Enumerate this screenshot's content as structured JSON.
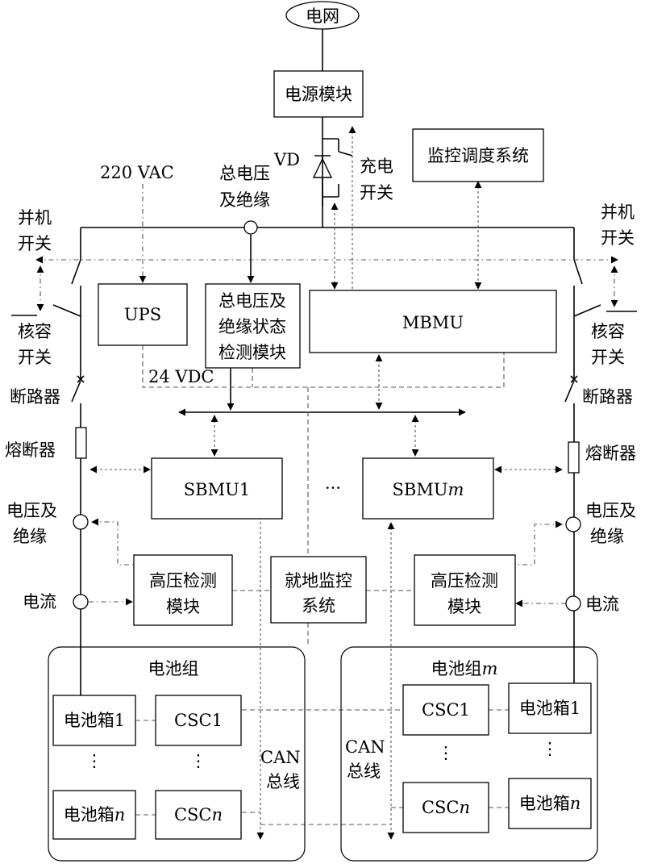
{
  "nodes": {
    "grid": "电网",
    "power_module": "电源模块",
    "monitor_dispatch": "监控调度系统",
    "vd": "VD",
    "charge_switch": [
      "充电",
      "开关"
    ],
    "vac": "220 VAC",
    "total_voltage_insulation": [
      "总电压",
      "及绝缘"
    ],
    "parallel_switch_left": [
      "并机",
      "开关"
    ],
    "parallel_switch_right": [
      "并机",
      "开关"
    ],
    "ups": "UPS",
    "detect_module": [
      "总电压及",
      "绝缘状态",
      "检测模块"
    ],
    "mbmu": "MBMU",
    "capacity_switch_left": [
      "核容",
      "开关"
    ],
    "capacity_switch_right": [
      "核容",
      "开关"
    ],
    "vdc": "24 VDC",
    "breaker_left": "断路器",
    "breaker_right": "断路器",
    "fuse_left": "熔断器",
    "fuse_right": "熔断器",
    "sbmu1": "SBMU1",
    "ellipsis": "···",
    "sbmum": {
      "text": "SBMU",
      "suffix": "m"
    },
    "voltage_insulation_left": [
      "电压及",
      "绝缘"
    ],
    "voltage_insulation_right": [
      "电压及",
      "绝缘"
    ],
    "hv_module_left": [
      "高压检测",
      "模块"
    ],
    "local_monitor": [
      "就地监控",
      "系统"
    ],
    "hv_module_right": [
      "高压检测",
      "模块"
    ],
    "current_left": "电流",
    "current_right": "电流"
  },
  "battery_groups": [
    {
      "title": "电池组",
      "title_suffix": "",
      "box_1": "电池箱1",
      "box_n": {
        "text": "电池箱",
        "suffix": "n"
      },
      "csc_1": "CSC1",
      "csc_n": {
        "text": "CSC",
        "suffix": "n"
      }
    },
    {
      "title": "电池组",
      "title_suffix": "m",
      "box_1": "电池箱1",
      "box_n": {
        "text": "电池箱",
        "suffix": "n"
      },
      "csc_1": "CSC1",
      "csc_n": {
        "text": "CSC",
        "suffix": "n"
      }
    }
  ],
  "can_bus": [
    "CAN",
    "总线"
  ],
  "vertical_dots": "⋮"
}
